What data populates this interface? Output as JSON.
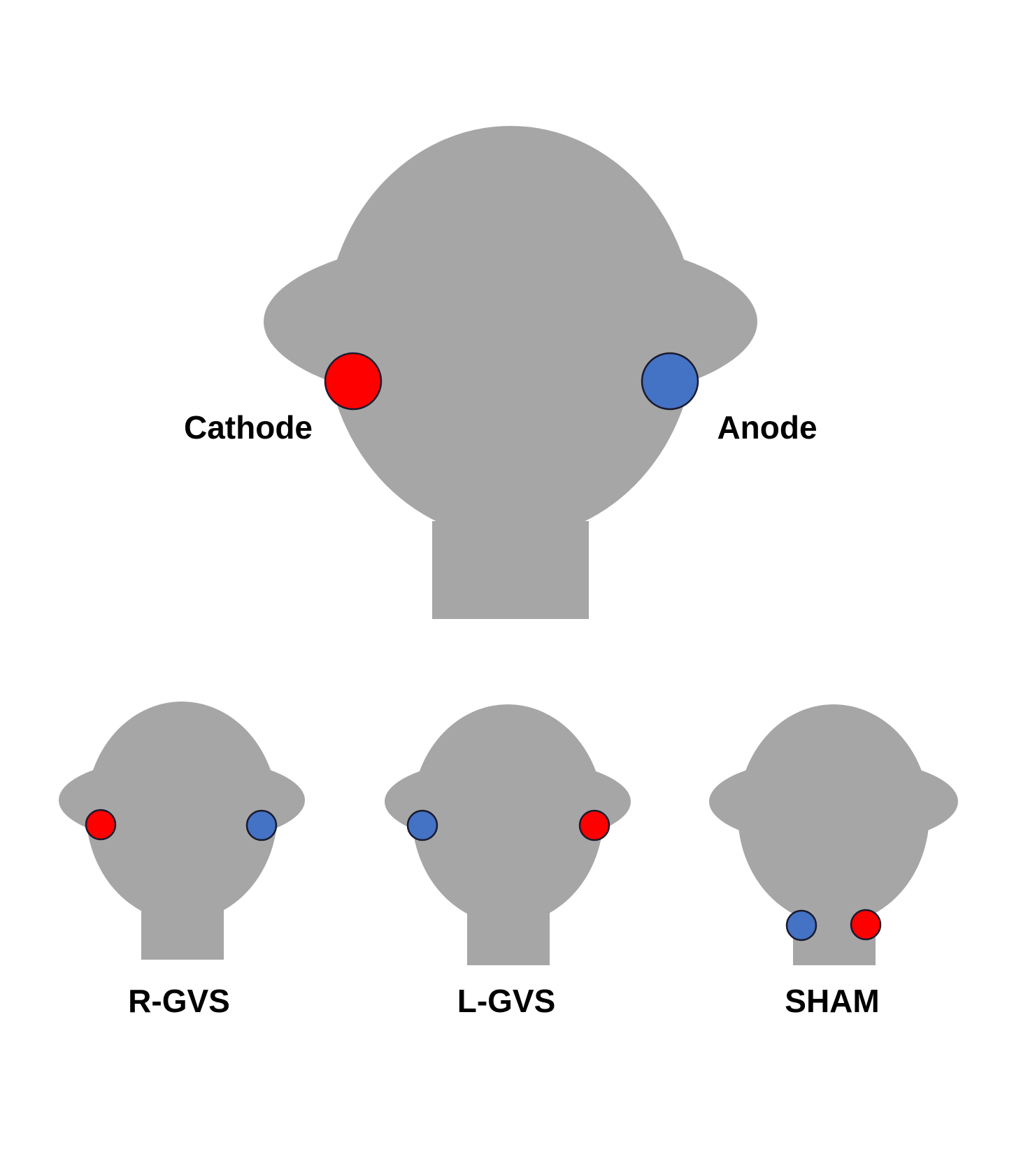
{
  "colors": {
    "head": "#a6a6a6",
    "cathode": "#ff0000",
    "anode": "#4472c4"
  },
  "legend": {
    "cathode_label": "Cathode",
    "anode_label": "Anode"
  },
  "conditions": [
    {
      "label": "R-GVS"
    },
    {
      "label": "L-GVS"
    },
    {
      "label": "SHAM"
    }
  ]
}
